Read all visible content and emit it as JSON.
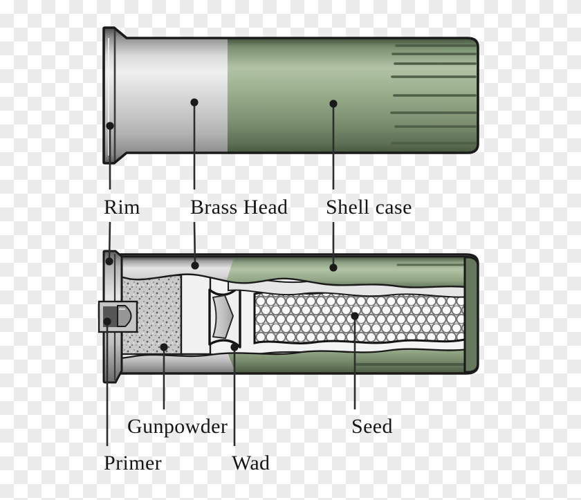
{
  "diagram": {
    "description": "Shotgun shell parts diagram: exterior view above, cutaway view below",
    "exterior_labels": [
      {
        "id": "rim",
        "text": "Rim"
      },
      {
        "id": "brass_head",
        "text": "Brass Head"
      },
      {
        "id": "shell_case",
        "text": "Shell case"
      }
    ],
    "cutaway_labels": [
      {
        "id": "gunpowder",
        "text": "Gunpowder"
      },
      {
        "id": "primer",
        "text": "Primer"
      },
      {
        "id": "wad",
        "text": "Wad"
      },
      {
        "id": "seed",
        "text": "Seed"
      }
    ],
    "colors": {
      "outline": "#1a1a1a",
      "leader_line": "#2d2d2d",
      "case_green_light": "#b2c3a6",
      "case_green_mid": "#93a78b",
      "case_green_dark": "#47573f",
      "metal_light": "#e9e9e9",
      "metal_mid": "#bdbdbd",
      "metal_dark": "#5a5a5a",
      "checker_gray": "#ececec",
      "checker_white": "#ffffff",
      "text": "#161616"
    }
  }
}
